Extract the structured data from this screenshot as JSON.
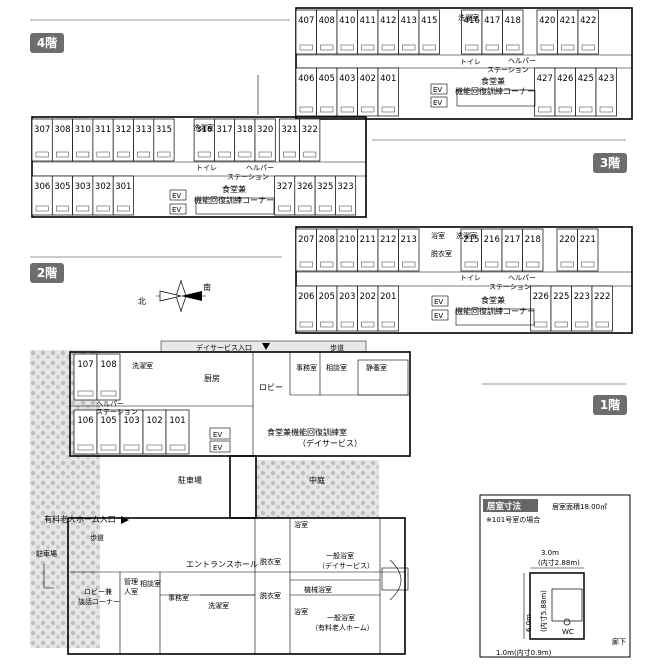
{
  "floors": {
    "f4": {
      "label": "4階",
      "top_rooms": [
        "407",
        "408",
        "410",
        "411",
        "412",
        "413",
        "415",
        "416",
        "417",
        "418",
        "420",
        "421",
        "422"
      ],
      "bottom_rooms": [
        "406",
        "405",
        "403",
        "402",
        "401",
        "427",
        "426",
        "425",
        "423"
      ],
      "laundry": "洗濯室",
      "toilet": "トイレ",
      "ev": [
        "EV",
        "EV"
      ],
      "helper": [
        "ヘルパー",
        "ステーション"
      ],
      "dining": [
        "食堂兼",
        "機能回復訓練コーナー"
      ]
    },
    "f3": {
      "label": "3階",
      "top_rooms": [
        "307",
        "308",
        "310",
        "311",
        "312",
        "313",
        "315",
        "316",
        "317",
        "318",
        "320",
        "321",
        "322"
      ],
      "bottom_rooms": [
        "306",
        "305",
        "303",
        "302",
        "301",
        "327",
        "326",
        "325",
        "323"
      ],
      "laundry": "洗濯室",
      "toilet": "トイレ",
      "ev": [
        "EV",
        "EV"
      ],
      "helper": [
        "ヘルパー",
        "ステーション"
      ],
      "dining": [
        "食堂兼",
        "機能回復訓練コーナー"
      ]
    },
    "f2": {
      "label": "2階",
      "top_rooms": [
        "207",
        "208",
        "210",
        "211",
        "212",
        "213",
        "215",
        "216",
        "217",
        "218",
        "220",
        "221"
      ],
      "bottom_rooms": [
        "206",
        "205",
        "203",
        "202",
        "201",
        "226",
        "225",
        "223",
        "222"
      ],
      "bath": "浴室",
      "changing": "脱衣室",
      "laundry": "洗濯室",
      "toilet": "トイレ",
      "ev": [
        "EV",
        "EV"
      ],
      "helper": [
        "ヘルパー",
        "ステーション"
      ],
      "dining": [
        "食堂兼",
        "機能回復訓練コーナー"
      ]
    },
    "f1": {
      "label": "1階",
      "top_rooms": [
        "107",
        "108"
      ],
      "bottom_rooms": [
        "106",
        "105",
        "103",
        "102",
        "101"
      ],
      "laundry": "洗濯室",
      "kitchen": "厨房",
      "lobby": "ロビー",
      "office_small": "事務室",
      "consult": "相談室",
      "quiet": "静養室",
      "helper": [
        "ヘルパー",
        "ステーション"
      ],
      "ev": [
        "EV",
        "EV"
      ],
      "day_service_room": [
        "食堂兼機能回復訓練室",
        "（デイサービス）"
      ],
      "entrance_day": "デイサービス入口",
      "walkway": "歩道",
      "parking": "駐車場",
      "courtyard": "中庭",
      "home_entrance": "有料老人ホーム入口",
      "walkway2": "歩道",
      "parking2": "駐車場",
      "entrance_hall": "エントランスホール",
      "changing1": "脱衣室",
      "changing2": "脱衣室",
      "bath1": "浴室",
      "bath2": "浴室",
      "public_bath1": [
        "一般浴室",
        "（デイサービス）"
      ],
      "public_bath2": [
        "一般浴室",
        "（有料老人ホーム）"
      ],
      "machine_bath": "機械浴室",
      "lobby_corner": [
        "ロビー兼",
        "談話コーナー"
      ],
      "mgr": [
        "管理",
        "人室"
      ],
      "consult2": "相談室",
      "office": "事務室",
      "laundry2": "洗濯室"
    }
  },
  "compass": {
    "north": "北",
    "south": "南"
  },
  "room_dims": {
    "title": "居室寸法",
    "area": "居室面積18.00㎡",
    "note": "※101号室の場合",
    "width": "3.0m",
    "width_inner": "(内寸2.88m)",
    "depth": "6.0m",
    "depth_inner": "(内寸5.88m)",
    "corridor_w": "1.0m(内寸0.9m)",
    "corridor": "廊下",
    "wc": "WC"
  },
  "colors": {
    "floor_label_bg": "#6d6d6d",
    "green": "#d6d6d6"
  }
}
